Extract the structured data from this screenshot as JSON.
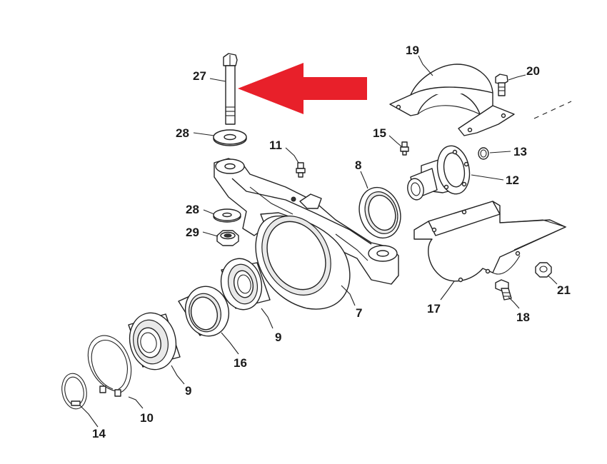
{
  "arrow_color": "#e8202a",
  "callouts": [
    {
      "id": "27",
      "label": "27"
    },
    {
      "id": "28a",
      "label": "28"
    },
    {
      "id": "11",
      "label": "11"
    },
    {
      "id": "28b",
      "label": "28"
    },
    {
      "id": "29",
      "label": "29"
    },
    {
      "id": "8",
      "label": "8"
    },
    {
      "id": "15",
      "label": "15"
    },
    {
      "id": "13",
      "label": "13"
    },
    {
      "id": "12",
      "label": "12"
    },
    {
      "id": "19",
      "label": "19"
    },
    {
      "id": "20",
      "label": "20"
    },
    {
      "id": "7",
      "label": "7"
    },
    {
      "id": "9a",
      "label": "9"
    },
    {
      "id": "16",
      "label": "16"
    },
    {
      "id": "9b",
      "label": "9"
    },
    {
      "id": "10",
      "label": "10"
    },
    {
      "id": "14",
      "label": "14"
    },
    {
      "id": "17",
      "label": "17"
    },
    {
      "id": "18",
      "label": "18"
    },
    {
      "id": "21",
      "label": "21"
    }
  ]
}
